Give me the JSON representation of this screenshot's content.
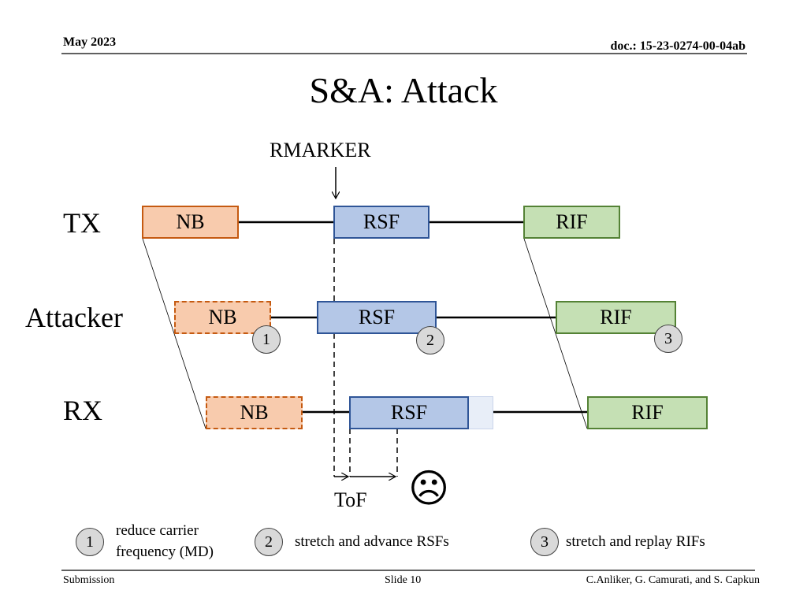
{
  "header": {
    "date": "May 2023",
    "doc": "doc.: 15-23-0274-00-04ab"
  },
  "title": "S&A: Attack",
  "diagram": {
    "rmarker_label": "RMARKER",
    "rows": [
      {
        "label": "TX",
        "nb": "NB",
        "rsf": "RSF",
        "rif": "RIF"
      },
      {
        "label": "Attacker",
        "nb": "NB",
        "rsf": "RSF",
        "rif": "RIF"
      },
      {
        "label": "RX",
        "nb": "NB",
        "rsf": "RSF",
        "rif": "RIF"
      }
    ],
    "markers": [
      "1",
      "2",
      "3"
    ],
    "tof_label": "ToF",
    "sad_face": "☹"
  },
  "legend": [
    {
      "num": "1",
      "text": "reduce carrier frequency (MD)"
    },
    {
      "num": "2",
      "text": "stretch and advance RSFs"
    },
    {
      "num": "3",
      "text": "stretch and replay RIFs"
    }
  ],
  "footer": {
    "left": "Submission",
    "center": "Slide 10",
    "right": "C.Anliker, G. Camurati, and S. Capkun"
  },
  "colors": {
    "nb_fill": "#f8cbad",
    "nb_border": "#c55a11",
    "rsf_fill": "#b4c7e7",
    "rsf_border": "#2f5597",
    "rif_fill": "#c5e0b4",
    "rif_border": "#548235"
  }
}
